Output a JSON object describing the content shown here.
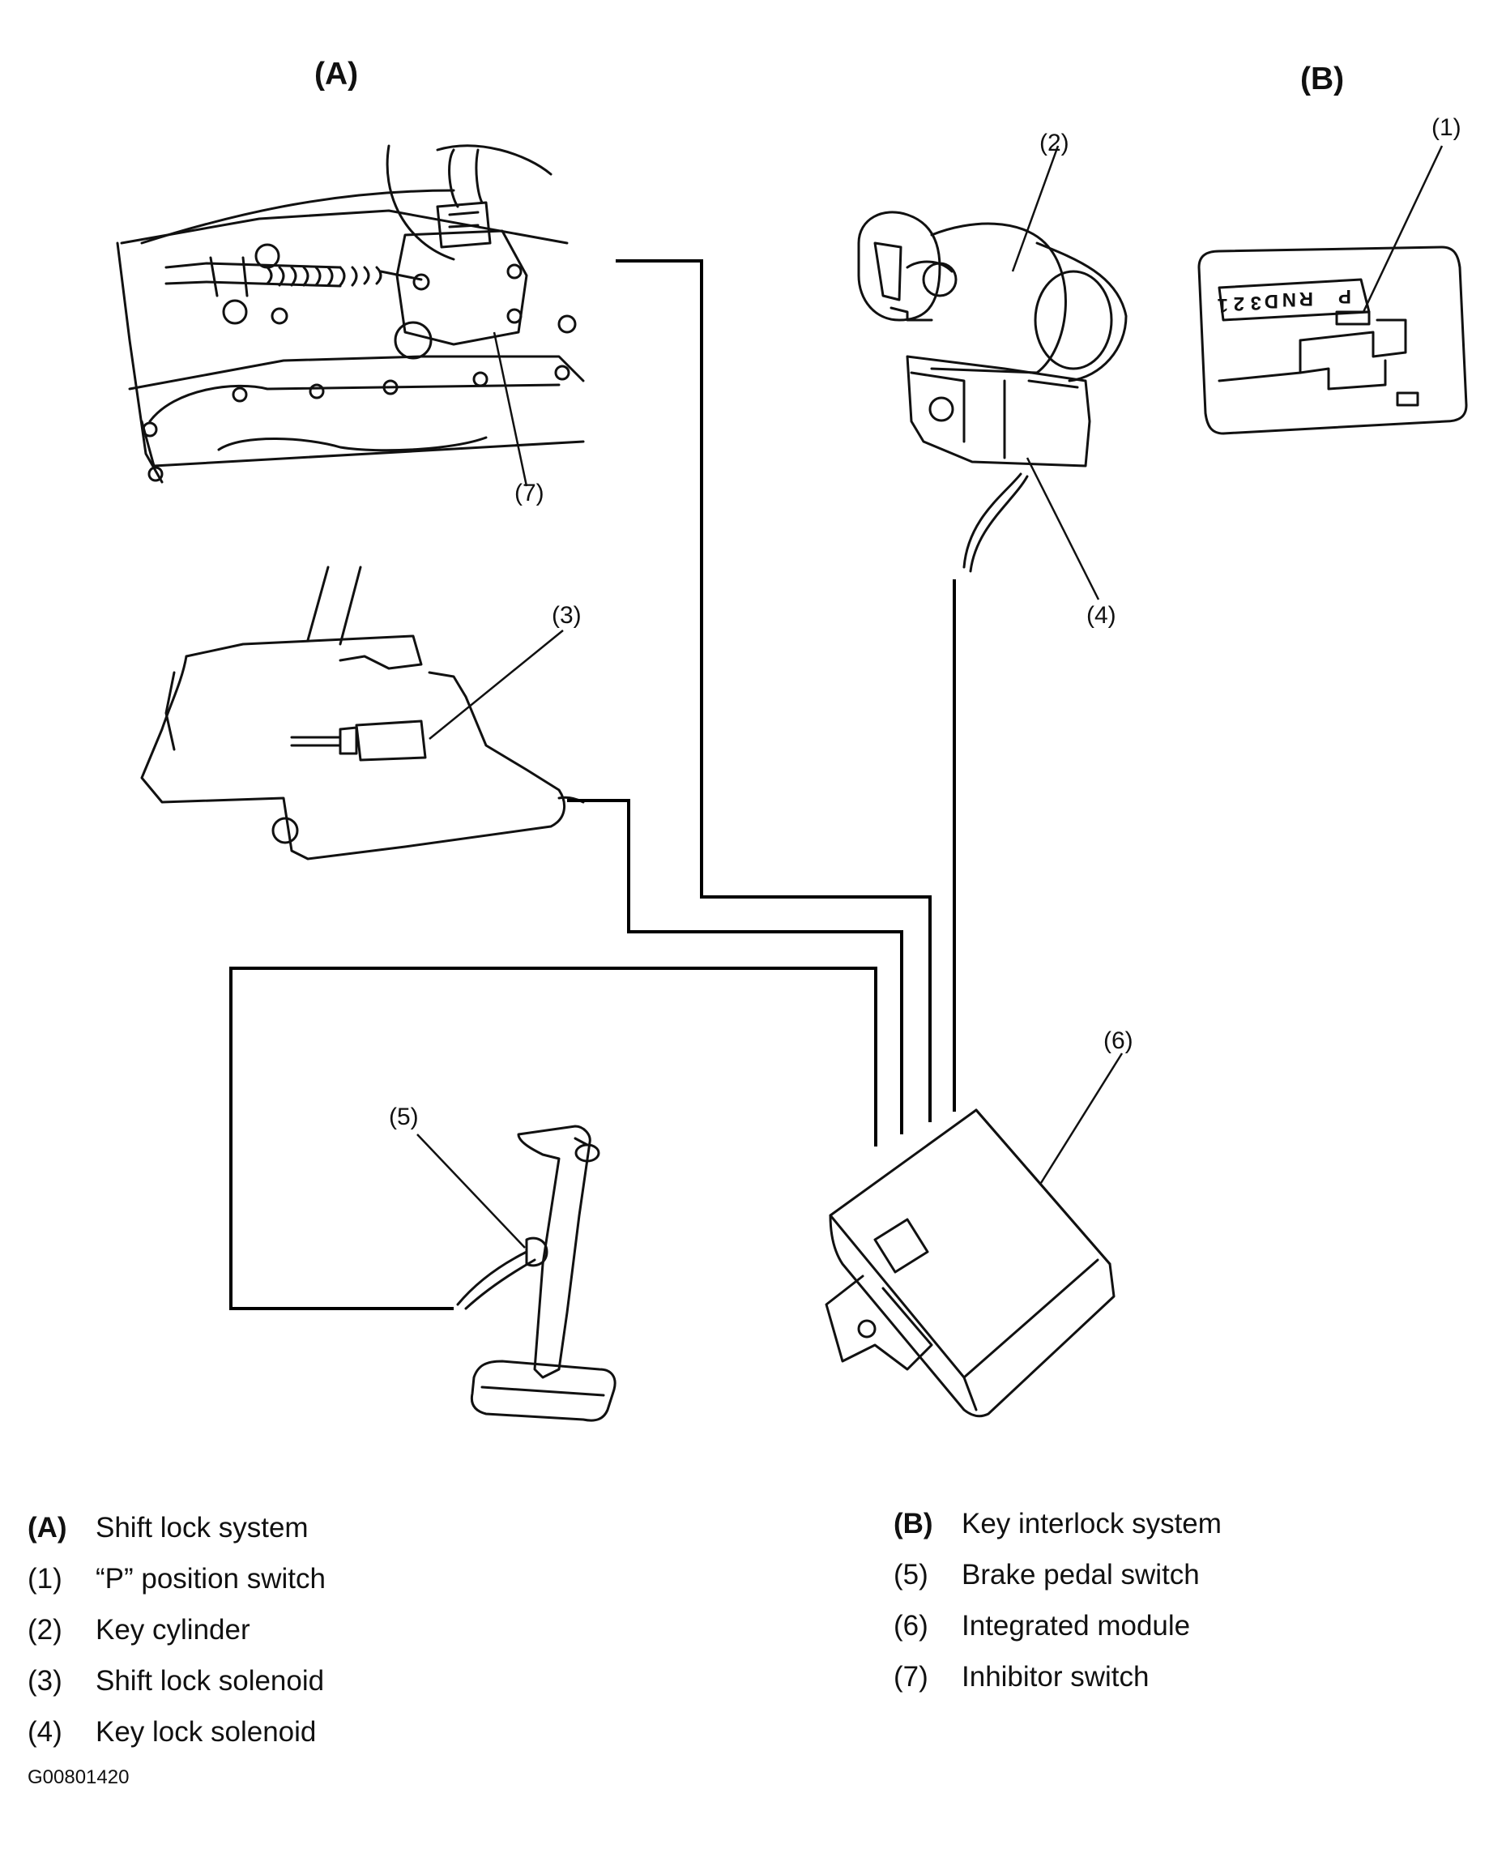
{
  "section_heads": {
    "a": "(A)",
    "b": "(B)"
  },
  "callouts": [
    "(1)",
    "(2)",
    "(3)",
    "(4)",
    "(5)",
    "(6)",
    "(7)"
  ],
  "shift_indicator_letters": [
    "P",
    "R",
    "N",
    "D",
    "3",
    "2",
    "1"
  ],
  "legend_left": [
    {
      "key": "(A)",
      "label": "Shift lock system",
      "bold_key": true
    },
    {
      "key": "(1)",
      "label": "“P” position switch",
      "bold_key": false
    },
    {
      "key": "(2)",
      "label": "Key cylinder",
      "bold_key": false
    },
    {
      "key": "(3)",
      "label": "Shift lock solenoid",
      "bold_key": false
    },
    {
      "key": "(4)",
      "label": "Key lock solenoid",
      "bold_key": false
    }
  ],
  "legend_right": [
    {
      "key": "(B)",
      "label": "Key interlock system",
      "bold_key": true
    },
    {
      "key": "(5)",
      "label": "Brake pedal switch",
      "bold_key": false
    },
    {
      "key": "(6)",
      "label": "Integrated module",
      "bold_key": false
    },
    {
      "key": "(7)",
      "label": "Inhibitor switch",
      "bold_key": false
    }
  ],
  "figure_id": "G00801420"
}
